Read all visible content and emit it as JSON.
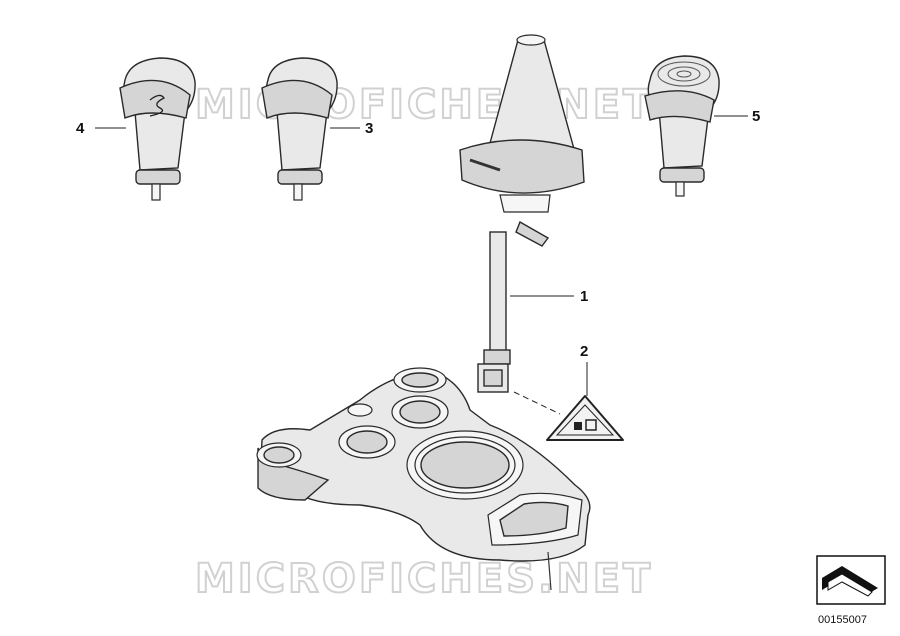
{
  "callouts": [
    {
      "id": "1",
      "label": "1"
    },
    {
      "id": "2",
      "label": "2"
    },
    {
      "id": "3",
      "label": "3"
    },
    {
      "id": "4",
      "label": "4"
    },
    {
      "id": "5",
      "label": "5"
    }
  ],
  "watermark": "MICROFICHES.NET",
  "reference_number": "00155007",
  "colors": {
    "line": "#2a2a2a",
    "fill": "#e9e9e9",
    "watermark": "#c9c9c9"
  }
}
